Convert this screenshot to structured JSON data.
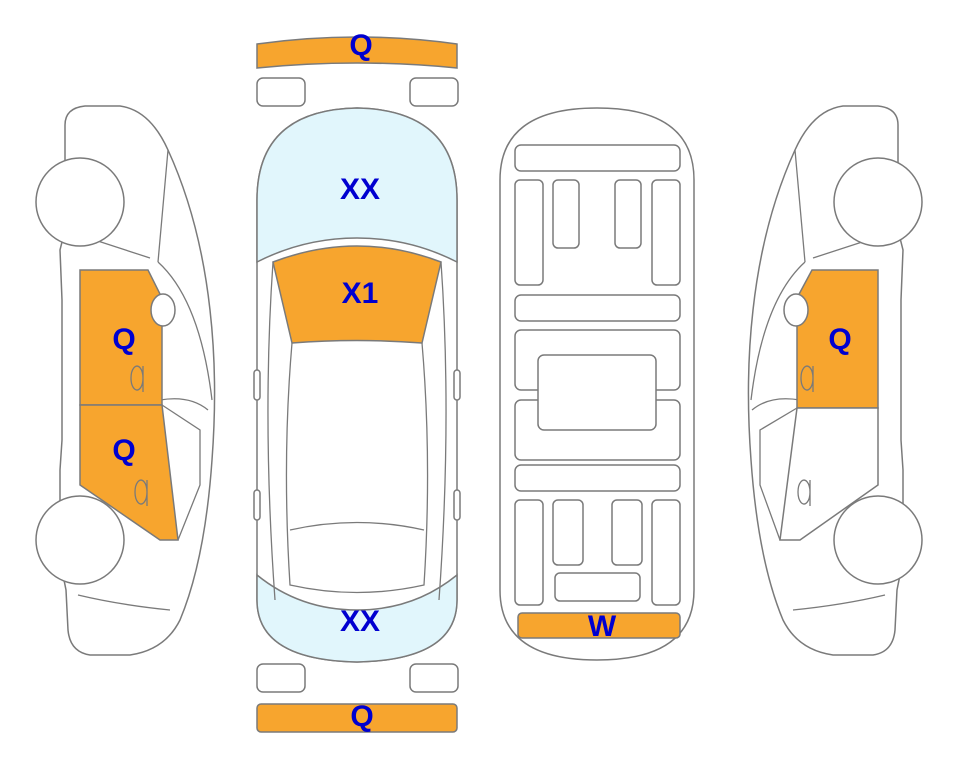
{
  "colors": {
    "damage": "#f7a52e",
    "glass": "#e1f6fc",
    "outline": "#7a7a7a",
    "label": "#0000d0"
  },
  "labels": {
    "front_bumper": "Q",
    "windshield": "XX",
    "roof": "X1",
    "rear_window": "XX",
    "rear_bumper": "Q",
    "underbody_rear": "W",
    "left_front_door": "Q",
    "left_rear_door": "Q",
    "right_front_door": "Q"
  }
}
